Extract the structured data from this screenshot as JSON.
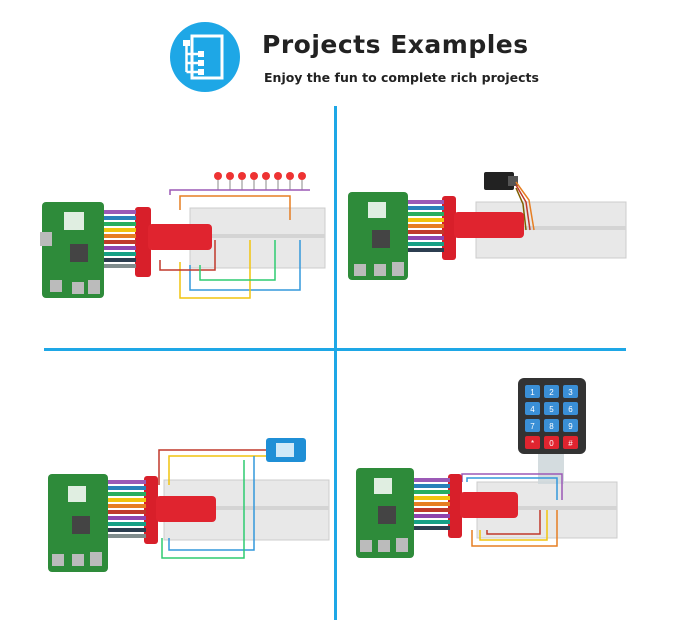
{
  "header": {
    "title": "Projects Examples",
    "subtitle": "Enjoy the fun to complete rich projects",
    "icon": "flowchart-icon"
  },
  "colors": {
    "accent": "#1ea7e6",
    "board_green": "#2e8b3a",
    "adapter_red": "#e0242f",
    "breadboard": "#e9e9e9"
  },
  "projects": [
    {
      "id": "led-bar",
      "parts": [
        "raspberry-pi",
        "gpio-ribbon-cable",
        "t-cobbler",
        "breadboard",
        "leds"
      ]
    },
    {
      "id": "servo",
      "parts": [
        "raspberry-pi",
        "gpio-ribbon-cable",
        "t-cobbler",
        "breadboard",
        "servo-motor"
      ]
    },
    {
      "id": "i2c-module",
      "parts": [
        "raspberry-pi",
        "gpio-ribbon-cable",
        "t-cobbler",
        "breadboard",
        "sensor-module"
      ]
    },
    {
      "id": "keypad",
      "parts": [
        "raspberry-pi",
        "gpio-ribbon-cable",
        "t-cobbler",
        "breadboard",
        "keypad"
      ]
    }
  ],
  "keypad": {
    "keys": [
      "1",
      "2",
      "3",
      "4",
      "5",
      "6",
      "7",
      "8",
      "9",
      "*",
      "0",
      "#"
    ]
  }
}
